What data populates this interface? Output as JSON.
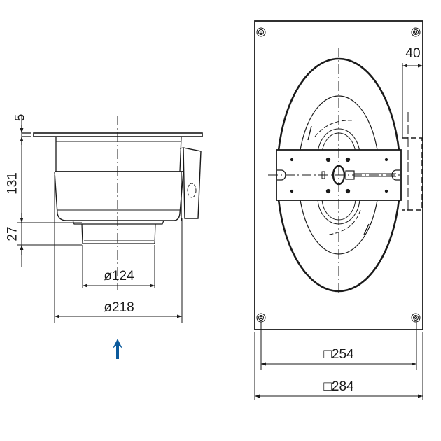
{
  "side_view": {
    "dimensions": {
      "flange_thickness": "5",
      "body_height": "131",
      "nozzle_height": "27",
      "inlet_diameter": "ø124",
      "housing_diameter": "ø218"
    },
    "airflow_arrow": {
      "icon": "arrow-up-icon",
      "color": "#0b5a9c"
    }
  },
  "front_view": {
    "dimensions": {
      "terminal_box_depth": "40",
      "hole_spacing": "□254",
      "plate_size": "□284"
    }
  },
  "colors": {
    "line": "#1a1a1a",
    "arrow": "#0b5a9c",
    "background": "#ffffff"
  }
}
